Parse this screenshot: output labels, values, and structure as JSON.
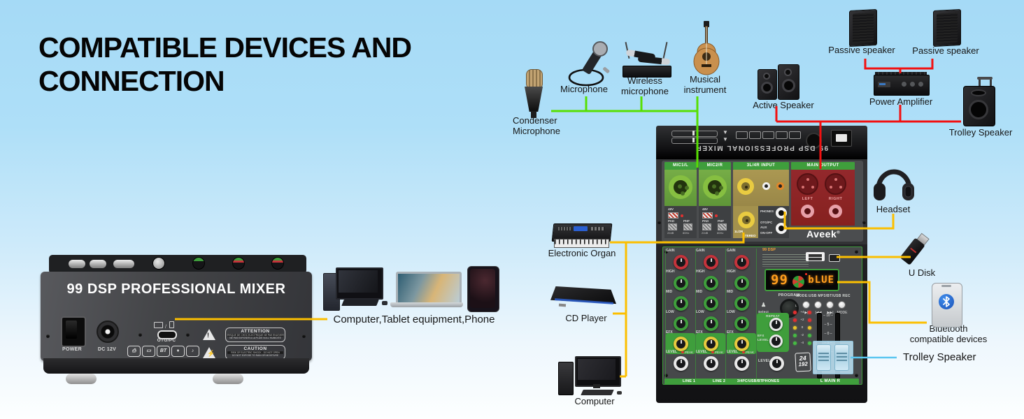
{
  "title": {
    "line1": "COMPATIBLE DEVICES AND",
    "line2": "CONNECTION"
  },
  "colors": {
    "line_green": "#57df02",
    "line_red": "#f21010",
    "line_yellow": "#fcbf00",
    "line_blue": "#5bc6f0",
    "background_top": "#a5daf6",
    "background_bottom": "#ffffff"
  },
  "devices": {
    "condenser_microphone": {
      "label_line1": "Condenser",
      "label_line2": "Microphone"
    },
    "microphone": {
      "label": "Microphone"
    },
    "wireless_microphone": {
      "label_line1": "Wireless",
      "label_line2": "microphone"
    },
    "musical_instrument": {
      "label_line1": "Musical",
      "label_line2": "instrument"
    },
    "active_speaker": {
      "label": "Active Speaker"
    },
    "passive_speaker_left": {
      "label": "Passive speaker"
    },
    "passive_speaker_right": {
      "label": "Passive speaker"
    },
    "power_amplifier": {
      "label": "Power Amplifier"
    },
    "trolley_speaker_top": {
      "label": "Trolley Speaker"
    },
    "electronic_organ": {
      "label": "Electronic Organ"
    },
    "cd_player": {
      "label": "CD Player"
    },
    "computer": {
      "label": "Computer"
    },
    "headset": {
      "label": "Headset"
    },
    "u_disk": {
      "label": "U Disk"
    },
    "bluetooth_devices": {
      "label_line1": "Bluetooth",
      "label_line2": "compatible devices"
    },
    "trolley_speaker_bottom": {
      "label": "Trolley Speaker"
    },
    "pc_group": {
      "label": "Computer,Tablet equipment,Phone"
    }
  },
  "rear_mixer": {
    "title": "99 DSP PROFESSIONAL MIXER",
    "power_label": "POWER",
    "dc_label": "DC 12V",
    "otg_label": "OTG/PC",
    "bt_badge": "BT",
    "attention": {
      "title": "ATTENTION",
      "line1": "RISQUE DE CHOC ELECTRIQUE NE PAS ENLEVER",
      "line2": "NE PAS EXPOSER A LA PLUIE NI A L'HUMIDITE"
    },
    "caution": {
      "title": "CAUTION",
      "line1": "RISK OF ELECTRIC SHOCK - DO NOT OPEN",
      "line2": "DO NOT EXPOSE TO RAIN OR MOISTURE"
    }
  },
  "mixer": {
    "top_edge_title": "99 DSP PROFESSIONAL MIXER",
    "jack_panel": {
      "mic1": "MIC1/L",
      "mic2": "MIC2/R",
      "line_input": "3L/4R INPUT",
      "main_output": "MAIN OUTPUT",
      "phantom": "48V",
      "pad": "PAD",
      "phf": "PHF",
      "pad_db": "22dB",
      "phf_hz": "80Hz",
      "stereo_jack_line1": "1L/2R",
      "stereo_jack_line2": "STEREO",
      "otg_line1": "OTG/PC",
      "otg_line2": "AUX",
      "otg_line3": "ON-OFF",
      "phones": "PHONES",
      "left": "LEFT",
      "right": "RIGHT",
      "brand": "Aveek",
      "reg": "®"
    },
    "front_panel": {
      "knob_labels": [
        "GAIN",
        "HIGH",
        "MID",
        "LOW",
        "EFX",
        "LEVEL"
      ],
      "peak": "PEAK",
      "chip": "99 DSP",
      "display_number": "99",
      "display_text": "bLUE",
      "program": "PROGRAM",
      "select": "Select",
      "mode_title": "MODE:USB MP3/BT/USB REC",
      "transport": [
        "▶|",
        "|◀◀",
        "▶▶|",
        "MODE"
      ],
      "repeat": "REPEAT",
      "efx_level_line1": "EFX",
      "efx_level_line2": "LEVEL",
      "level": "LEVEL",
      "meter_left": "L",
      "meter_right": "R",
      "meter_scale": [
        "+4",
        "+2",
        "0",
        "-2",
        "-4"
      ],
      "fader_scale": [
        "10",
        "5",
        "0",
        "5",
        "10"
      ],
      "badge_line1": "24",
      "badge_line2": "192",
      "bottom_labels": [
        "LINE 1",
        "LINE 2",
        "3/4PC/USB/BT",
        "PHONES",
        "L MAIN R"
      ]
    }
  }
}
